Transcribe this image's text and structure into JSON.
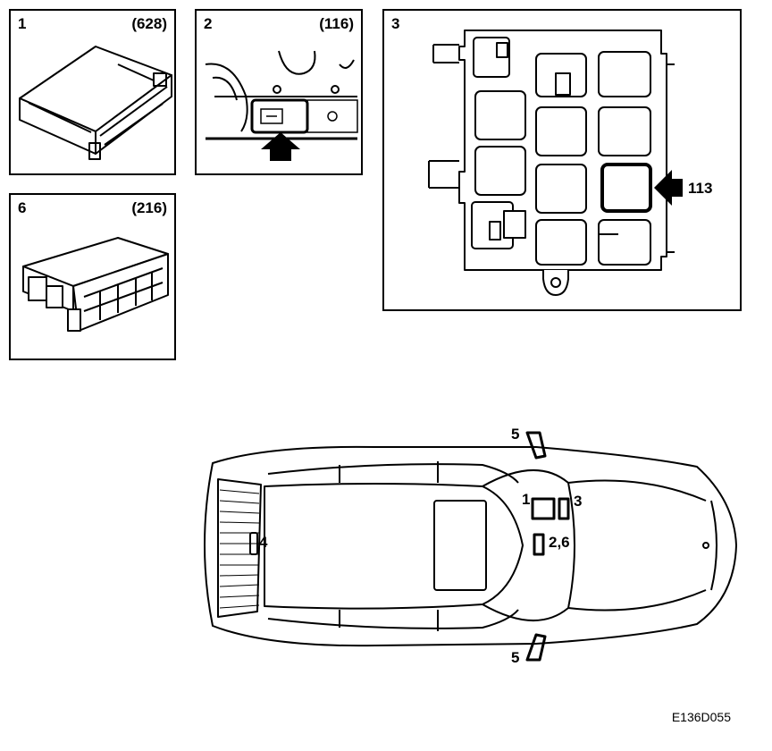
{
  "panels": [
    {
      "id": "1",
      "label": "1",
      "code": "(628)"
    },
    {
      "id": "2",
      "label": "2",
      "code": "(116)"
    },
    {
      "id": "3",
      "label": "3",
      "code": ""
    },
    {
      "id": "6",
      "label": "6",
      "code": "(216)"
    }
  ],
  "panel3_arrow_label": "113",
  "car_callouts": {
    "c1": "1",
    "c3": "3",
    "c26": "2,6",
    "c4": "4",
    "c5_top": "5",
    "c5_bottom": "5"
  },
  "diagram_id": "E136D055",
  "colors": {
    "line": "#000000",
    "background": "#ffffff"
  }
}
